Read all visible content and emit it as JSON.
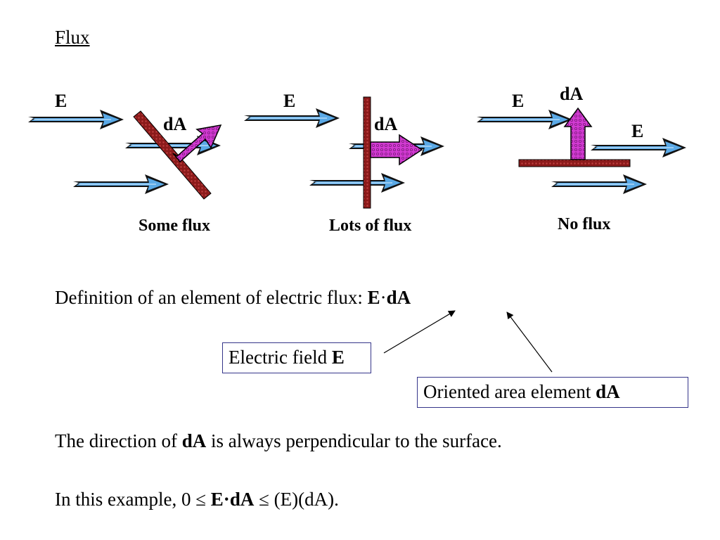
{
  "title": "Flux",
  "panels": [
    {
      "e_label": "E",
      "da_label": "dA",
      "caption": "Some flux"
    },
    {
      "e_label": "E",
      "da_label": "dA",
      "caption": "Lots of flux"
    },
    {
      "e_label": "E",
      "e_label_2": "E",
      "da_label": "dA",
      "caption": "No flux"
    }
  ],
  "definition": {
    "text": "Definition of an element of electric flux:",
    "e": "E",
    "dot": "·",
    "da": "dA"
  },
  "callout_e": {
    "text": "Electric field",
    "bold": "E"
  },
  "callout_da": {
    "text": "Oriented area element",
    "bold": "dA"
  },
  "direction": {
    "pre": "The direction of",
    "bold": "dA",
    "post": "is always perpendicular to the surface."
  },
  "example": {
    "pre": "In this example, 0 ≤",
    "bold_e": "E",
    "dot": "·",
    "bold_da": "dA",
    "post": "≤ (E)(dA)."
  },
  "colors": {
    "field_arrow": "#5aa9e6",
    "area_arrow": "#cc33cc",
    "surface": "#8b1a1a",
    "callout_border": "#35358a"
  }
}
